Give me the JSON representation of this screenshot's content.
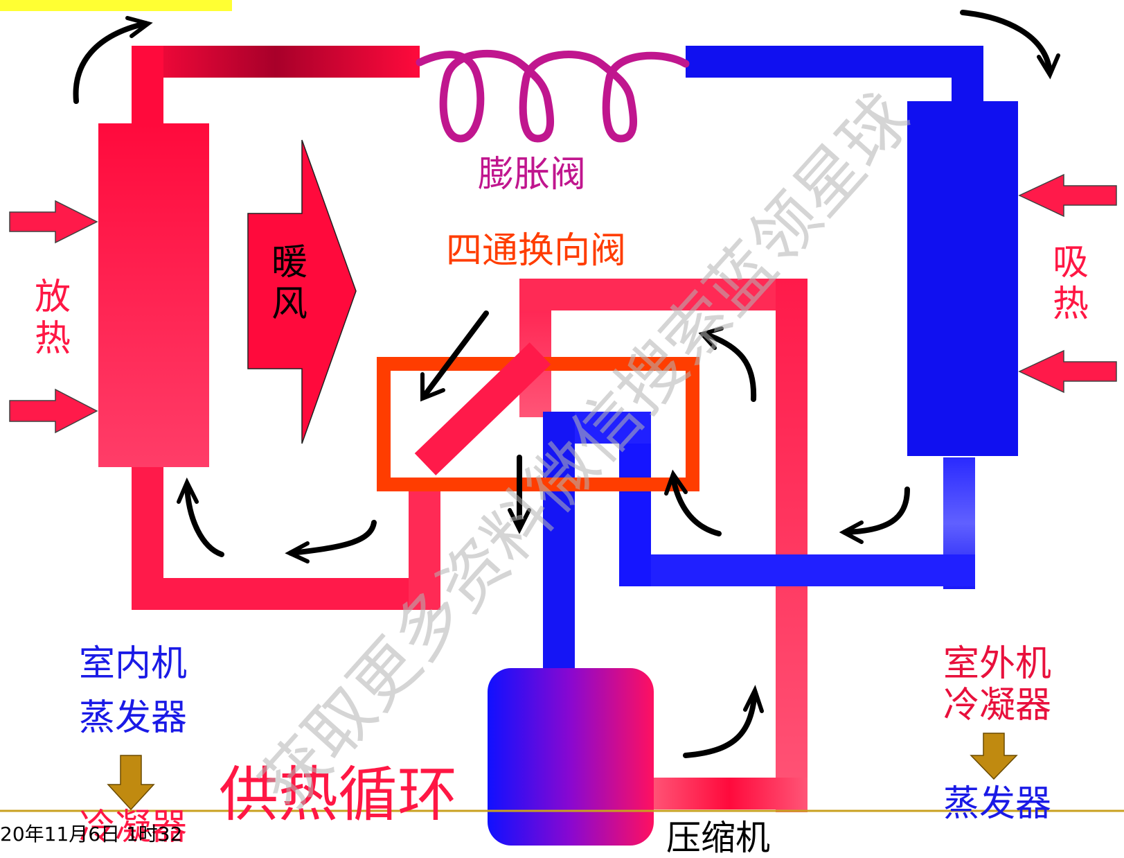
{
  "labels": {
    "expansion_valve": "膨胀阀",
    "four_way_valve": "四通换向阀",
    "warm_air_1": "暖",
    "warm_air_2": "风",
    "release_heat_1": "放",
    "release_heat_2": "热",
    "absorb_heat_1": "吸",
    "absorb_heat_2": "热",
    "indoor_unit": "室内机",
    "indoor_evaporator": "蒸发器",
    "indoor_becomes": "冷凝器",
    "outdoor_unit": "室外机",
    "outdoor_condenser": "冷凝器",
    "outdoor_becomes": "蒸发器",
    "title": "供热循环",
    "compressor": "压缩机",
    "footer_date": "20年11月6日 1时32",
    "watermark": "获取更多资料微信搜索蓝领星球"
  },
  "colors": {
    "hot": "#ff1744",
    "cold": "#1010f0",
    "valve": "#c0168e",
    "four_way": "#ff3d00",
    "down_arrow": "#c08a10",
    "indoor_text": "#1a1ae6",
    "outdoor_text": "#e8103c",
    "title_text": "#ff1744",
    "watermark": "#b4b4b4"
  }
}
